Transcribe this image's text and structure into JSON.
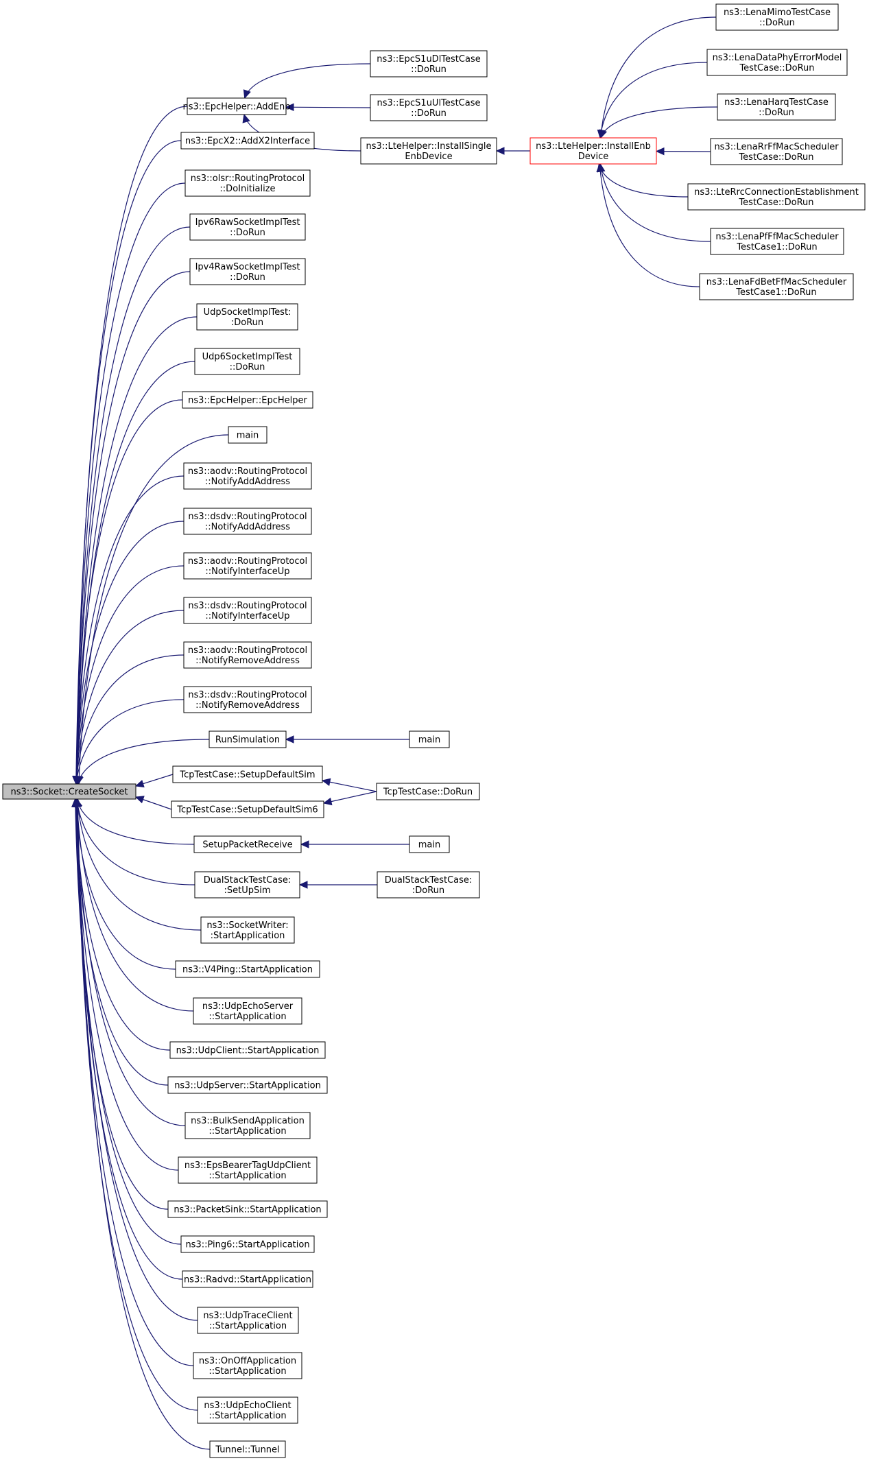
{
  "colors": {
    "edge": "#191970",
    "root_fill": "#bfbfbf",
    "highlight_border": "#ff0000",
    "node_border": "#000000"
  },
  "nodes": [
    {
      "id": "n0",
      "lines": [
        "ns3::Socket::CreateSocket"
      ],
      "style": "root"
    },
    {
      "id": "n1",
      "lines": [
        "ns3::EpcHelper::AddEnb"
      ]
    },
    {
      "id": "n2",
      "lines": [
        "ns3::EpcX2::AddX2Interface"
      ]
    },
    {
      "id": "n3",
      "lines": [
        "ns3::olsr::RoutingProtocol",
        "::DoInitialize"
      ]
    },
    {
      "id": "n4",
      "lines": [
        "Ipv6RawSocketImplTest",
        "::DoRun"
      ]
    },
    {
      "id": "n5",
      "lines": [
        "Ipv4RawSocketImplTest",
        "::DoRun"
      ]
    },
    {
      "id": "n6",
      "lines": [
        "UdpSocketImplTest:",
        ":DoRun"
      ]
    },
    {
      "id": "n7",
      "lines": [
        "Udp6SocketImplTest",
        "::DoRun"
      ]
    },
    {
      "id": "n8",
      "lines": [
        "ns3::EpcHelper::EpcHelper"
      ]
    },
    {
      "id": "n9",
      "lines": [
        "main"
      ]
    },
    {
      "id": "n10",
      "lines": [
        "ns3::aodv::RoutingProtocol",
        "::NotifyAddAddress"
      ]
    },
    {
      "id": "n11",
      "lines": [
        "ns3::dsdv::RoutingProtocol",
        "::NotifyAddAddress"
      ]
    },
    {
      "id": "n12",
      "lines": [
        "ns3::aodv::RoutingProtocol",
        "::NotifyInterfaceUp"
      ]
    },
    {
      "id": "n13",
      "lines": [
        "ns3::dsdv::RoutingProtocol",
        "::NotifyInterfaceUp"
      ]
    },
    {
      "id": "n14",
      "lines": [
        "ns3::aodv::RoutingProtocol",
        "::NotifyRemoveAddress"
      ]
    },
    {
      "id": "n15",
      "lines": [
        "ns3::dsdv::RoutingProtocol",
        "::NotifyRemoveAddress"
      ]
    },
    {
      "id": "n16",
      "lines": [
        "RunSimulation"
      ]
    },
    {
      "id": "n17",
      "lines": [
        "TcpTestCase::SetupDefaultSim"
      ]
    },
    {
      "id": "n18",
      "lines": [
        "TcpTestCase::SetupDefaultSim6"
      ]
    },
    {
      "id": "n19",
      "lines": [
        "SetupPacketReceive"
      ]
    },
    {
      "id": "n20",
      "lines": [
        "DualStackTestCase:",
        ":SetUpSim"
      ]
    },
    {
      "id": "n21",
      "lines": [
        "ns3::SocketWriter:",
        ":StartApplication"
      ]
    },
    {
      "id": "n22",
      "lines": [
        "ns3::V4Ping::StartApplication"
      ]
    },
    {
      "id": "n23",
      "lines": [
        "ns3::UdpEchoServer",
        "::StartApplication"
      ]
    },
    {
      "id": "n24",
      "lines": [
        "ns3::UdpClient::StartApplication"
      ]
    },
    {
      "id": "n25",
      "lines": [
        "ns3::UdpServer::StartApplication"
      ]
    },
    {
      "id": "n26",
      "lines": [
        "ns3::BulkSendApplication",
        "::StartApplication"
      ]
    },
    {
      "id": "n27",
      "lines": [
        "ns3::EpsBearerTagUdpClient",
        "::StartApplication"
      ]
    },
    {
      "id": "n28",
      "lines": [
        "ns3::PacketSink::StartApplication"
      ]
    },
    {
      "id": "n29",
      "lines": [
        "ns3::Ping6::StartApplication"
      ]
    },
    {
      "id": "n30",
      "lines": [
        "ns3::Radvd::StartApplication"
      ]
    },
    {
      "id": "n31",
      "lines": [
        "ns3::UdpTraceClient",
        "::StartApplication"
      ]
    },
    {
      "id": "n32",
      "lines": [
        "ns3::OnOffApplication",
        "::StartApplication"
      ]
    },
    {
      "id": "n33",
      "lines": [
        "ns3::UdpEchoClient",
        "::StartApplication"
      ]
    },
    {
      "id": "n34",
      "lines": [
        "Tunnel::Tunnel"
      ]
    },
    {
      "id": "n35",
      "lines": [
        "ns3::EpcS1uDlTestCase",
        "::DoRun"
      ]
    },
    {
      "id": "n36",
      "lines": [
        "ns3::EpcS1uUlTestCase",
        "::DoRun"
      ]
    },
    {
      "id": "n37",
      "lines": [
        "ns3::LteHelper::InstallSingle",
        "EnbDevice"
      ]
    },
    {
      "id": "n38",
      "lines": [
        "main"
      ]
    },
    {
      "id": "n39",
      "lines": [
        "TcpTestCase::DoRun"
      ]
    },
    {
      "id": "n40",
      "lines": [
        "main"
      ]
    },
    {
      "id": "n41",
      "lines": [
        "DualStackTestCase:",
        ":DoRun"
      ]
    },
    {
      "id": "n42",
      "lines": [
        "ns3::LteHelper::InstallEnb",
        "Device"
      ],
      "style": "highlight"
    },
    {
      "id": "n43",
      "lines": [
        "ns3::LenaMimoTestCase",
        "::DoRun"
      ]
    },
    {
      "id": "n44",
      "lines": [
        "ns3::LenaDataPhyErrorModel",
        "TestCase::DoRun"
      ]
    },
    {
      "id": "n45",
      "lines": [
        "ns3::LenaHarqTestCase",
        "::DoRun"
      ]
    },
    {
      "id": "n46",
      "lines": [
        "ns3::LenaRrFfMacScheduler",
        "TestCase::DoRun"
      ]
    },
    {
      "id": "n47",
      "lines": [
        "ns3::LteRrcConnectionEstablishment",
        "TestCase::DoRun"
      ]
    },
    {
      "id": "n48",
      "lines": [
        "ns3::LenaPfFfMacScheduler",
        "TestCase1::DoRun"
      ]
    },
    {
      "id": "n49",
      "lines": [
        "ns3::LenaFdBetFfMacScheduler",
        "TestCase1::DoRun"
      ]
    }
  ],
  "edges": [
    [
      "n1",
      "n0"
    ],
    [
      "n2",
      "n0"
    ],
    [
      "n3",
      "n0"
    ],
    [
      "n4",
      "n0"
    ],
    [
      "n5",
      "n0"
    ],
    [
      "n6",
      "n0"
    ],
    [
      "n7",
      "n0"
    ],
    [
      "n8",
      "n0"
    ],
    [
      "n9",
      "n0"
    ],
    [
      "n10",
      "n0"
    ],
    [
      "n11",
      "n0"
    ],
    [
      "n12",
      "n0"
    ],
    [
      "n13",
      "n0"
    ],
    [
      "n14",
      "n0"
    ],
    [
      "n15",
      "n0"
    ],
    [
      "n16",
      "n0"
    ],
    [
      "n17",
      "n0"
    ],
    [
      "n18",
      "n0"
    ],
    [
      "n19",
      "n0"
    ],
    [
      "n20",
      "n0"
    ],
    [
      "n21",
      "n0"
    ],
    [
      "n22",
      "n0"
    ],
    [
      "n23",
      "n0"
    ],
    [
      "n24",
      "n0"
    ],
    [
      "n25",
      "n0"
    ],
    [
      "n26",
      "n0"
    ],
    [
      "n27",
      "n0"
    ],
    [
      "n28",
      "n0"
    ],
    [
      "n29",
      "n0"
    ],
    [
      "n30",
      "n0"
    ],
    [
      "n31",
      "n0"
    ],
    [
      "n32",
      "n0"
    ],
    [
      "n33",
      "n0"
    ],
    [
      "n34",
      "n0"
    ],
    [
      "n35",
      "n1"
    ],
    [
      "n36",
      "n1"
    ],
    [
      "n37",
      "n1"
    ],
    [
      "n38",
      "n16"
    ],
    [
      "n39",
      "n17"
    ],
    [
      "n39",
      "n18"
    ],
    [
      "n40",
      "n19"
    ],
    [
      "n41",
      "n20"
    ],
    [
      "n42",
      "n37"
    ],
    [
      "n43",
      "n42"
    ],
    [
      "n44",
      "n42"
    ],
    [
      "n45",
      "n42"
    ],
    [
      "n46",
      "n42"
    ],
    [
      "n47",
      "n42"
    ],
    [
      "n48",
      "n42"
    ],
    [
      "n49",
      "n42"
    ]
  ]
}
